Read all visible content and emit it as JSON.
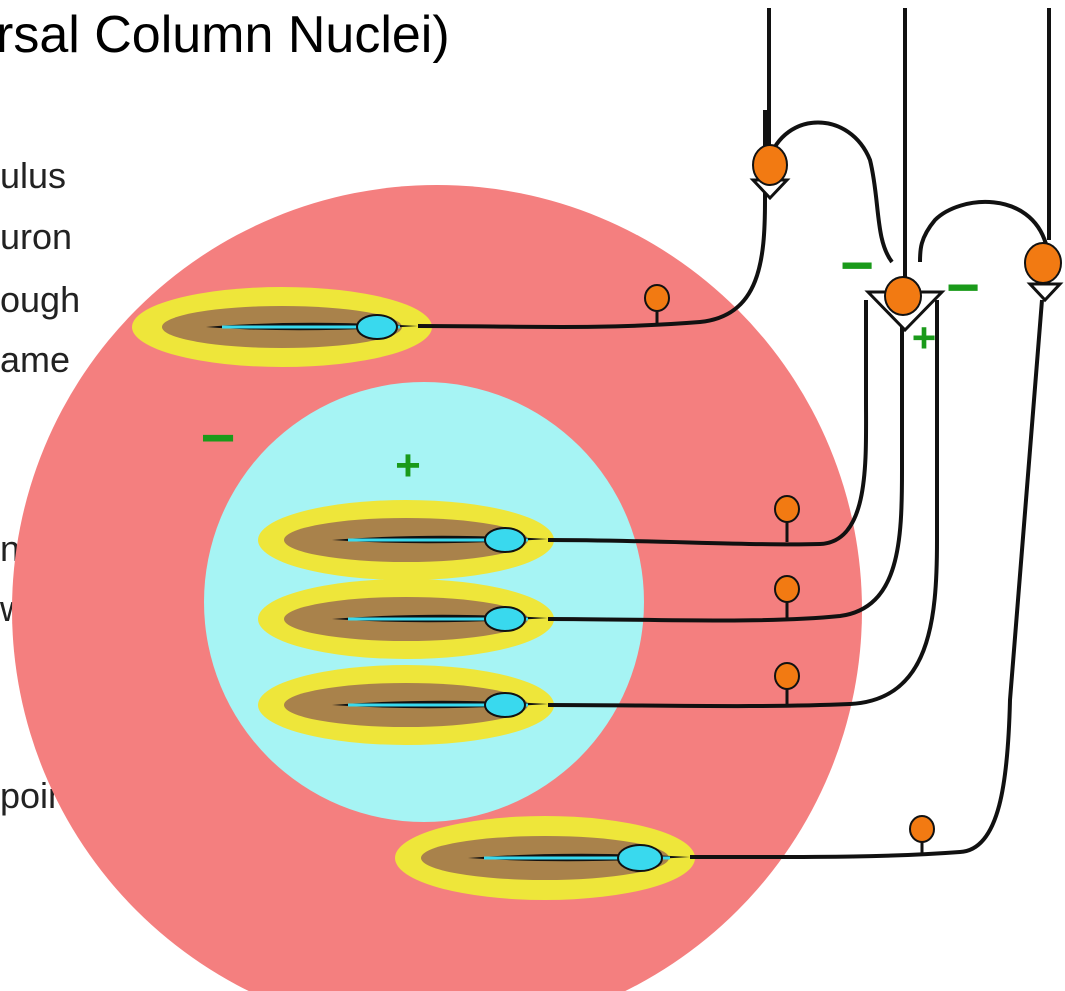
{
  "title": "rsal Column Nuclei)",
  "side_text": [
    "ulus",
    "uron",
    "ough",
    "ame",
    "n: it",
    "with",
    "point"
  ],
  "signs": {
    "surround_minus_left": "−",
    "center_plus": "+",
    "synapse_minus_left": "−",
    "synapse_minus_right": "−",
    "synapse_plus": "+"
  },
  "colors": {
    "surround": "#f47f7f",
    "center": "#a6f4f4",
    "receptor_outer": "#eee63a",
    "receptor_inner": "#a9824b",
    "soma": "#39d9ee",
    "terminal": "#f27a12",
    "sign": "#1a9a1a"
  }
}
